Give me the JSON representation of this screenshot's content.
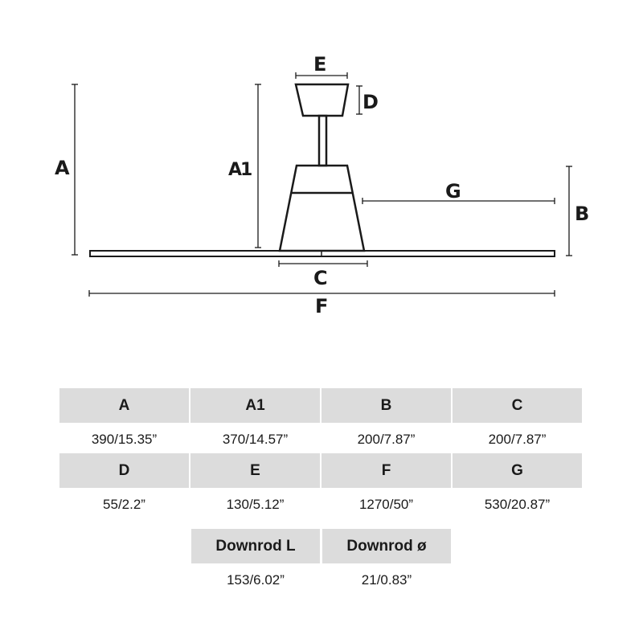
{
  "diagram": {
    "labels": {
      "A": "A",
      "A1": "A1",
      "B": "B",
      "C": "C",
      "D": "D",
      "E": "E",
      "F": "F",
      "G": "G"
    }
  },
  "table": {
    "rows": [
      {
        "headers": [
          "A",
          "A1",
          "B",
          "C"
        ],
        "values": [
          "390/15.35”",
          "370/14.57”",
          "200/7.87”",
          "200/7.87”"
        ]
      },
      {
        "headers": [
          "D",
          "E",
          "F",
          "G"
        ],
        "values": [
          "55/2.2”",
          "130/5.12”",
          "1270/50”",
          "530/20.87”"
        ]
      },
      {
        "headers": [
          "Downrod L",
          "Downrod ø"
        ],
        "values": [
          "153/6.02”",
          "21/0.83”"
        ]
      }
    ]
  }
}
